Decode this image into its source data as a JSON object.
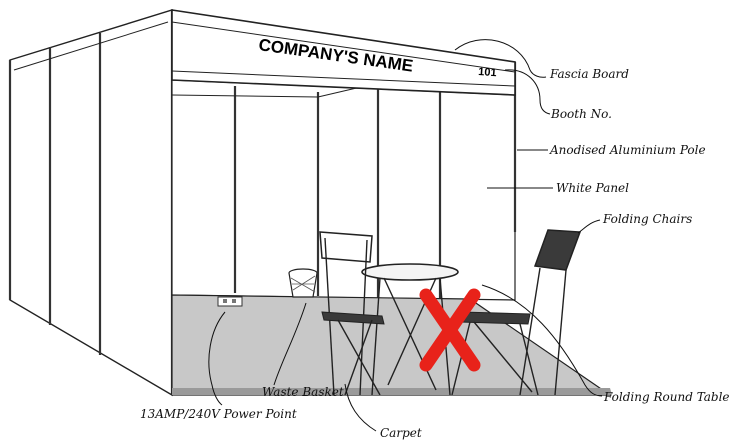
{
  "fascia_board": {
    "company_name": "COMPANY'S NAME",
    "booth_number": "101"
  },
  "callouts": {
    "fascia_board": "Fascia Board",
    "booth_no": "Booth No.",
    "anodised_aluminium_pole": "Anodised Aluminium Pole",
    "white_panel": "White Panel",
    "folding_chairs": "Folding Chairs",
    "folding_round_table": "Folding Round Table",
    "waste_basket": "Waste Basket",
    "power_point": "13AMP/240V Power Point",
    "carpet": "Carpet"
  },
  "colors": {
    "carpet": "#c8c8c8",
    "cross_mark": "#e8221a",
    "panel": "#ffffff",
    "chair_seat": "#3a3a3a"
  },
  "icons": {
    "cross_mark": "red-x-icon",
    "waste_basket": "waste-basket-icon",
    "power_point": "power-socket-icon"
  }
}
